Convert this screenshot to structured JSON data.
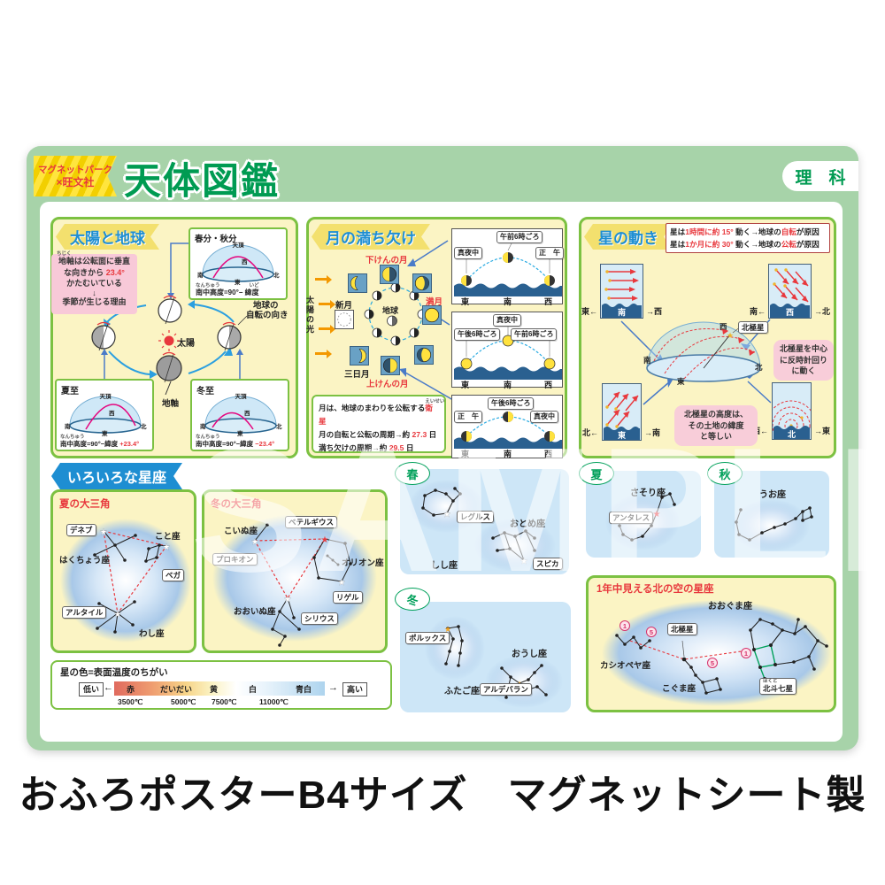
{
  "watermark": "SAMPLE",
  "hdr": {
    "brand1": "マグネットパーク",
    "brand2": "×旺文社",
    "title": "天体図鑑",
    "subject": "理　科"
  },
  "sun": {
    "title": "太陽と地球",
    "pink": {
      "l1": "地軸は公転面に垂直",
      "l2a": "な向きから ",
      "l2b": "23.4°",
      "l3": "かたむいている",
      "l4": "↓",
      "l5": "季節が生じる理由",
      "ruby": "ちじく"
    },
    "dirs": {
      "zenith": "天頂",
      "w": "西",
      "s": "南",
      "n": "北",
      "e": "東"
    },
    "eq": {
      "title": "春分・秋分",
      "formula": "南中高度=90°− 緯度",
      "ruby": "なんちゅう",
      "ruby2": "いど"
    },
    "sun_label": "太陽",
    "rot1": "地球の",
    "rot2": "自転の向き",
    "axis": "地軸",
    "sol_formula": "南中高度=90°−緯度 ",
    "summer": {
      "title": "夏至",
      "delta": "+23.4°"
    },
    "winter": {
      "title": "冬至",
      "delta": "−23.4°"
    }
  },
  "moon": {
    "title": "月の満ち欠け",
    "sunlight": "太陽の光",
    "labels": {
      "last_q": "下けんの月",
      "new": "新月",
      "crescent": "三日月",
      "first_q": "上けんの月",
      "full": "満月",
      "earth": "地球"
    },
    "p1": {
      "top": "午前6時ごろ",
      "left": "真夜中",
      "right": "正　午",
      "e": "東",
      "s": "南",
      "w": "西"
    },
    "p2": {
      "top": "真夜中",
      "left": "午後6時ごろ",
      "right": "午前6時ごろ",
      "e": "東",
      "s": "南",
      "w": "西"
    },
    "p3": {
      "top": "午後6時ごろ",
      "left": "正　午",
      "right": "真夜中",
      "e": "東",
      "s": "南",
      "w": "西"
    },
    "note": {
      "l1a": "月は、地球のまわりを公転する",
      "l1b": "衛星",
      "ruby": "えいせい",
      "l2a": "月の自転と公転の周期→約 ",
      "l2b": "27.3",
      "l2c": " 日",
      "l3a": "満ち欠けの周期→約 ",
      "l3b": "29.5",
      "l3c": " 日"
    }
  },
  "mot": {
    "title": "星の動き",
    "r1a": "星は",
    "r1b": "1時間に約 15°",
    "r1c": " 動く→地球の",
    "r1d": "自転",
    "r1e": "が原因",
    "r2a": "星は",
    "r2b": "1か月に約 30°",
    "r2c": " 動く→地球の",
    "r2d": "公転",
    "r2e": "が原因",
    "south": {
      "l": "東←",
      "c": "南",
      "r": "→西"
    },
    "west": {
      "l": "南←",
      "c": "西",
      "r": "→北"
    },
    "east": {
      "l": "北←",
      "c": "東",
      "r": "→南"
    },
    "north": {
      "l": "西←",
      "c": "北",
      "r": "→東"
    },
    "dome": {
      "s": "南",
      "w": "西",
      "e": "東",
      "n": "北"
    },
    "polaris": "北極星",
    "bub1": {
      "l1": "北極星を中心",
      "l2": "に反時計回り",
      "l3": "に動く"
    },
    "bub2": {
      "l1": "北極星の高度は、",
      "l2": "その土地の緯度",
      "l3": "と等しい"
    }
  },
  "con": {
    "ribbon": "いろいろな星座",
    "st": {
      "title": "夏の大三角",
      "deneb": "デネブ",
      "lyra": "こと座",
      "cygnus": "はくちょう座",
      "vega": "ベガ",
      "altair": "アルタイル",
      "aquila": "わし座"
    },
    "wt": {
      "title": "冬の大三角",
      "cmi": "こいぬ座",
      "procyon": "プロキオン",
      "betelgeuse": "ベテルギウス",
      "orion": "オリオン座",
      "rigel": "リゲル",
      "cma": "おおいぬ座",
      "sirius": "シリウス"
    },
    "color": {
      "title": "星の色=表面温度のちがい",
      "low": "低い",
      "high": "高い",
      "c1": "赤",
      "c2": "だいだい",
      "c3": "黄",
      "c4": "白",
      "c5": "青白",
      "t1": "3500℃",
      "t2": "5000℃",
      "t3": "7500℃",
      "t4": "11000℃"
    },
    "spring": {
      "badge": "春",
      "leo": "しし座",
      "regulus": "レグルス",
      "virgo": "おとめ座",
      "spica": "スピカ"
    },
    "summer": {
      "badge": "夏",
      "sco": "さそり座",
      "antares": "アンタレス"
    },
    "autumn": {
      "badge": "秋",
      "pisces": "うお座"
    },
    "winter": {
      "badge": "冬",
      "gem": "ふたご座",
      "pollux": "ポルックス",
      "tau": "おうし座",
      "aldebaran": "アルデバラン"
    },
    "north": {
      "title": "1年中見える北の空の星座",
      "uma": "おおぐま座",
      "cas": "カシオペヤ座",
      "polaris": "北極星",
      "umi": "こぐま座",
      "dipper": "北斗七星",
      "ruby": "ほくと",
      "n1": "1",
      "n5": "5"
    }
  },
  "footer": "おふろポスターB4サイズ　マグネットシート製"
}
